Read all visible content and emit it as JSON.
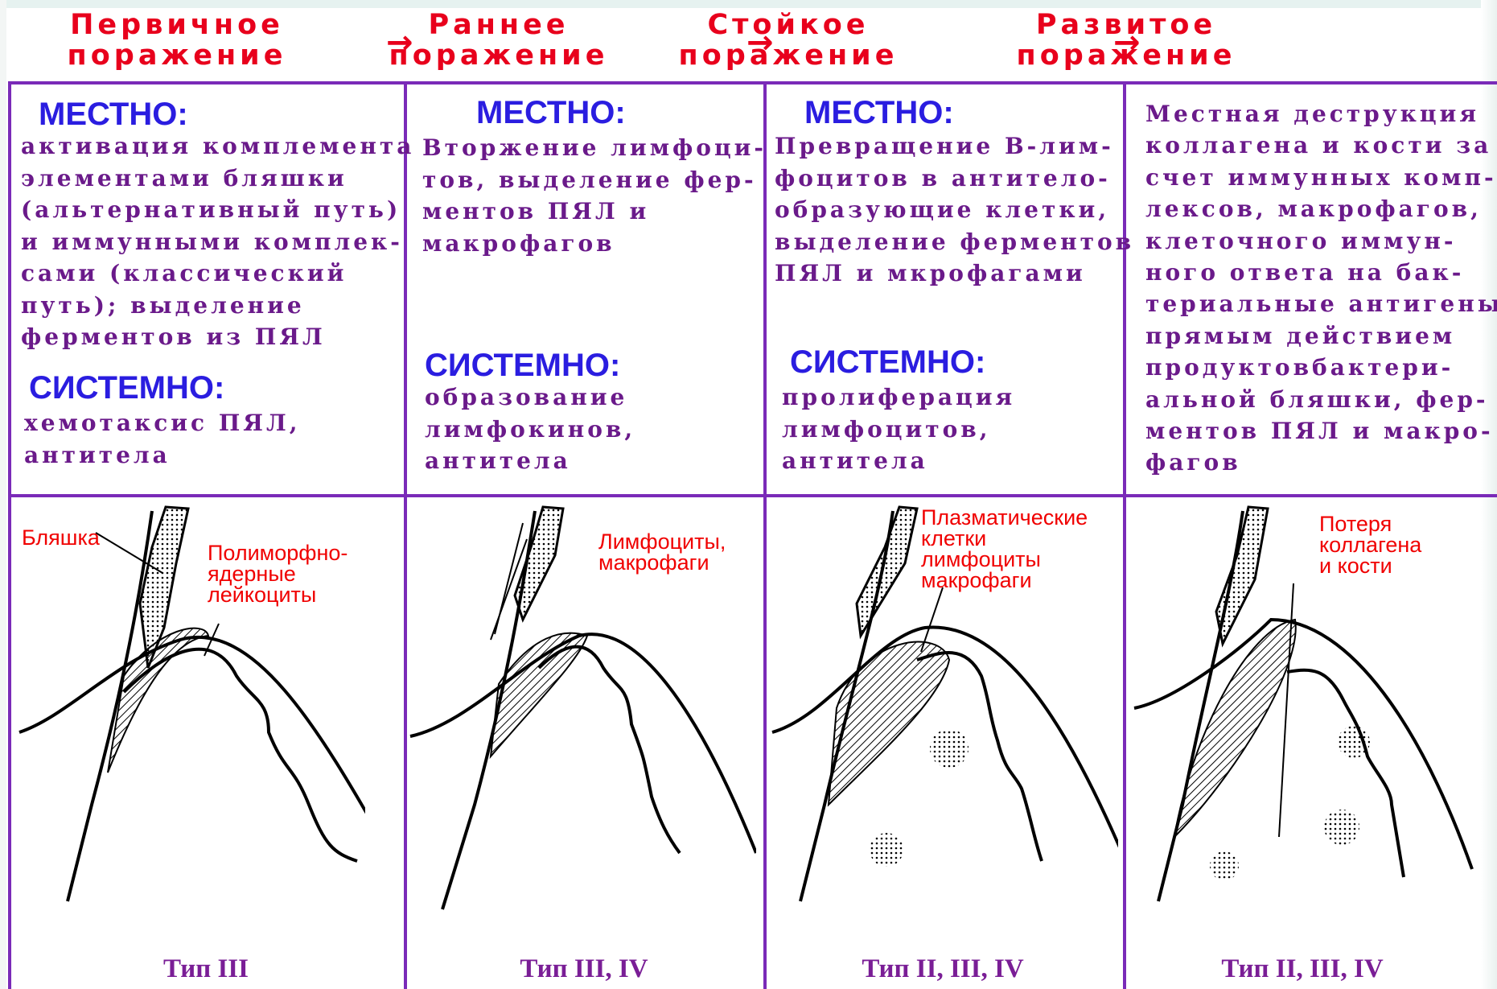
{
  "stages": [
    {
      "title": "Первичное\nпоражение"
    },
    {
      "title": "Раннее\nпоражение"
    },
    {
      "title": "Стойкое\nпоражение"
    },
    {
      "title": "Развитое\nпоражение"
    }
  ],
  "arrow": "→",
  "col1": {
    "local_head": "МЕСТНО:",
    "local_text": "активация комплемента\nэлементами бляшки\n(альтернативный путь)\nи иммунными комплек-\nсами (классический\nпуть); выделение\nферментов из ПЯЛ",
    "sys_head": "СИСТЕМНО:",
    "sys_text": "хемотаксис ПЯЛ,\nантитела",
    "label_a": "Бляшка",
    "label_b": "Полиморфно-\nядерные\nлейкоциты",
    "type": "Тип III"
  },
  "col2": {
    "local_head": "МЕСТНО:",
    "local_text": "Вторжение лимфоци-\nтов, выделение фер-\nментов ПЯЛ и\nмакрофагов",
    "sys_head": "СИСТЕМНО:",
    "sys_text": "образование\nлимфокинов,\nантитела",
    "label_a": "Лимфоциты,\nмакрофаги",
    "type": "Тип III, IV"
  },
  "col3": {
    "local_head": "МЕСТНО:",
    "local_text": "Превращение В-лим-\nфоцитов в антитело-\nобразующие клетки,\nвыделение ферментов\nПЯЛ и мкрофагами",
    "sys_head": "СИСТЕМНО:",
    "sys_text": "пролиферация\nлимфоцитов,\nантитела",
    "label_a": "Плазматические\nклетки\nлимфоциты\nмакрофаги",
    "type": "Тип II, III, IV"
  },
  "col4": {
    "local_text": "Местная деструкция\nколлагена и кости за\nсчет иммунных комп-\nлексов, макрофагов,\nклеточного иммун-\nного ответа на бак-\nтериальные антигены,\nпрямым действием\nпродуктовбактери-\nальной бляшки, фер-\nментов ПЯЛ и макро-\nфагов",
    "label_a": "Потеря\nколлагена\nи кости",
    "type": "Тип II, III, IV"
  },
  "colors": {
    "frame": "#7a2ab8",
    "stage_title": "#e8001c",
    "head": "#2a1de0",
    "body_text": "#6a1a8a",
    "label": "#f00000",
    "type": "#7a1e96"
  }
}
